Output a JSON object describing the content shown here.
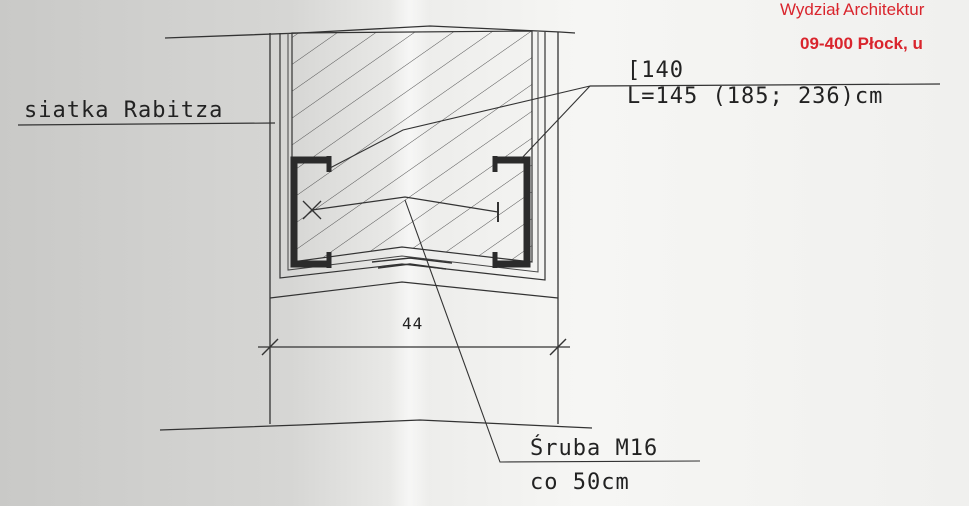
{
  "stamp": {
    "line1": "Wydział Architektur",
    "line2": "09-400 Płock, u"
  },
  "labels": {
    "mesh": "siatka Rabitza",
    "channel_profile": "[140",
    "channel_length": "L=145 (185; 236)cm",
    "width_dimension": "44",
    "bolt": "Śruba M16",
    "bolt_spacing": "co 50cm"
  },
  "colors": {
    "line": "#333333",
    "steel": "#2b2b2b",
    "stamp": "#d9252d"
  }
}
